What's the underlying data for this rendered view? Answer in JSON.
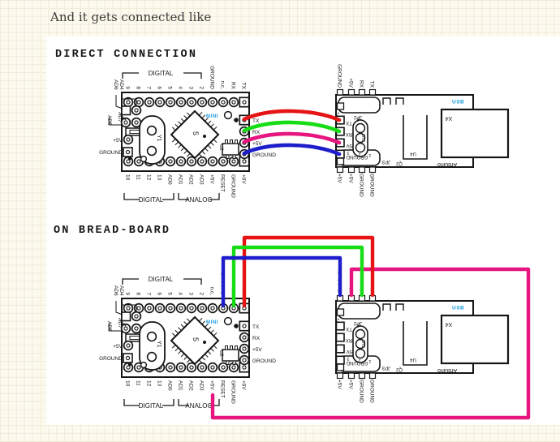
{
  "page": {
    "intro_text": "And it gets connected like",
    "background_color": "#fcfaef",
    "grid_color": "#f0ebd8",
    "ink_color": "#161616"
  },
  "diagrams": [
    {
      "heading": "DIRECT CONNECTION",
      "arduino": {
        "top_pin_labels": [
          "9",
          "8",
          "7",
          "6",
          "5",
          "4",
          "3",
          "2",
          "GROUND",
          "n.c,",
          "RX",
          "TX"
        ],
        "bottom_pin_labels": [
          "10",
          "11",
          "12",
          "13",
          "AD0",
          "AD1",
          "AD2",
          "AD3",
          "+5V",
          "RESET",
          "GROUND",
          "+9V"
        ],
        "left_pin_labels": [
          "AD6",
          "AD4",
          "AD7",
          "AD5",
          "+5V",
          "GROUND"
        ],
        "right_pin_labels": [
          "TX",
          "RX",
          "+5V",
          "GROUND"
        ],
        "top_group_label": "DIGITAL",
        "bottom_group_labels": [
          "DIGITAL",
          "ANALOG"
        ],
        "crystal_ref": "Y1",
        "chip_ref": "5",
        "brand_label": "MINI",
        "brand_color": "#1b9be0",
        "ic_ref": "U2"
      },
      "ftdi": {
        "top_pin_labels": [
          "GROUND",
          "+5V",
          "RX",
          "TX"
        ],
        "bottom_pin_labels": [
          "+5V",
          "+5V",
          "GROUND",
          "GROUND"
        ],
        "left_pin_labels": [
          "TX",
          "RX",
          "+5V",
          "GROUND"
        ],
        "usb_label": "USB",
        "usb_color": "#1b9be0",
        "connector_ref": "X4",
        "header_refs": [
          "JP1",
          "JP2",
          "JP3"
        ],
        "component_refs": [
          "SV2",
          "U4",
          "Q2"
        ],
        "sv2_pin_numbers": [
          "1",
          "3",
          "2",
          "1"
        ],
        "brand_label": "Arduino"
      },
      "wires": [
        {
          "signal": "TX",
          "color": "#e61414"
        },
        {
          "signal": "RX",
          "color": "#17dd17"
        },
        {
          "signal": "+5V",
          "color": "#e6157f"
        },
        {
          "signal": "GROUND",
          "color": "#1d1dcb"
        }
      ]
    },
    {
      "heading": "ON BREAD-BOARD",
      "arduino": {
        "top_pin_labels": [
          "9",
          "8",
          "7",
          "6",
          "5",
          "4",
          "3",
          "2",
          "n.c,",
          "GROUND",
          "RX",
          "TX"
        ],
        "bottom_pin_labels": [
          "10",
          "11",
          "12",
          "13",
          "AD0",
          "AD1",
          "AD2",
          "AD3",
          "+5V",
          "RESET",
          "GROUND",
          "+9V"
        ],
        "left_pin_labels": [
          "AD6",
          "AD4",
          "AD7",
          "AD5",
          "+5V",
          "GROUND"
        ],
        "right_pin_labels": [
          "TX",
          "RX",
          "+5V",
          "GROUND"
        ],
        "top_group_label": "DIGITAL",
        "bottom_group_labels": [
          "DIGITAL",
          "ANALOG"
        ],
        "crystal_ref": "Y1",
        "chip_ref": "5",
        "brand_label": "MINI",
        "brand_color": "#1b9be0",
        "ic_ref": "U2"
      },
      "ftdi": {
        "top_pin_labels": [
          "GROUND",
          "+5V",
          "RX",
          "TX"
        ],
        "bottom_pin_labels": [
          "+5V",
          "+5V",
          "GROUND",
          "GROUND"
        ],
        "left_pin_labels": [
          "TX",
          "RX",
          "+5V",
          "GROUND"
        ],
        "usb_label": "USB",
        "usb_color": "#1b9be0",
        "connector_ref": "X4",
        "header_refs": [
          "JP1",
          "JP2",
          "JP3"
        ],
        "component_refs": [
          "SV2",
          "U4",
          "Q2"
        ],
        "sv2_pin_numbers": [
          "1",
          "3",
          "2",
          "1"
        ],
        "brand_label": "Arduino"
      },
      "wires": [
        {
          "signal": "TX",
          "color": "#e61414"
        },
        {
          "signal": "RX",
          "color": "#17dd17"
        },
        {
          "signal": "GROUND",
          "color": "#1d1dcb"
        },
        {
          "signal": "+5V",
          "color": "#e6157f"
        }
      ]
    }
  ]
}
